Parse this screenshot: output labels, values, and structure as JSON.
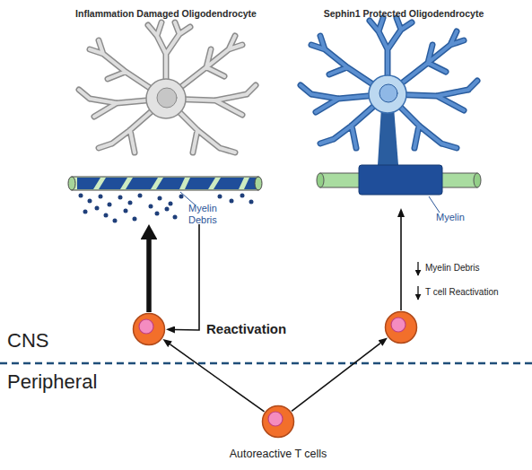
{
  "diagram": {
    "nodes": [
      {
        "text": [
          "Inflammation Damaged Oligodendrocyte"
        ]
      },
      {
        "text": [
          "Sephin1 Protected Oligodendrocyte"
        ]
      },
      {
        "text": []
      },
      {
        "text": []
      },
      {
        "text": [
          "Autoreactive T cells"
        ]
      }
    ],
    "edges": [
      {
        "from": 4,
        "to": 2,
        "arrow": "to"
      },
      {
        "from": 4,
        "to": 3,
        "arrow": "to"
      },
      {
        "from": 2,
        "to": 0,
        "arrow": "to"
      },
      {
        "from": 0,
        "to": 2,
        "label": "Reactivation",
        "arrow": "to"
      },
      {
        "from": 3,
        "to": 1,
        "arrow": "to"
      }
    ],
    "labels": [
      "Myelin Debris",
      "Myelin",
      "Myelin Debris",
      "T cell Reactivation",
      "CNS",
      "Peripheral"
    ]
  }
}
